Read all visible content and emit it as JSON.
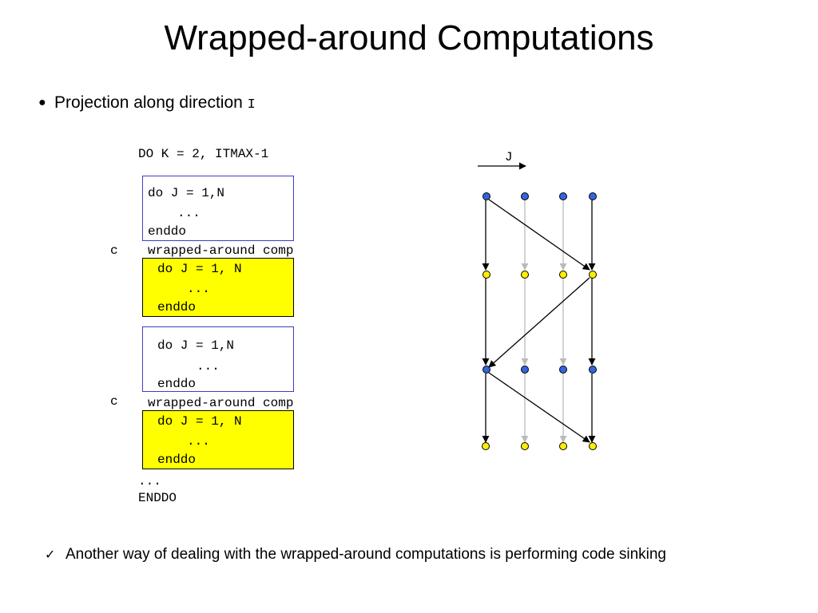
{
  "slide": {
    "title": "Wrapped-around Computations",
    "bullet": {
      "icon": "bullet-dot-icon",
      "text": "Projection along direction",
      "code_var": "I"
    },
    "code": {
      "outer_do": "DO K = 2, ITMAX-1",
      "block1": {
        "line1": "do J = 1,N",
        "line2": "...",
        "line3": "enddo"
      },
      "comment1": {
        "marker": "c",
        "text": "wrapped-around comp"
      },
      "block2": {
        "line1": "do J = 1, N",
        "line2": "...",
        "line3": "enddo"
      },
      "block3": {
        "line1": "do J = 1,N",
        "line2": "...",
        "line3": "enddo"
      },
      "comment2": {
        "marker": "c",
        "text": "wrapped-around comp"
      },
      "block4": {
        "line1": "do J = 1, N",
        "line2": "...",
        "line3": "enddo"
      },
      "ellipsis": "...",
      "outer_enddo": "ENDDO"
    },
    "diagram": {
      "axis_label": "J",
      "blue_color": "#3366dd",
      "yellow_color": "#ffee00",
      "gray_arrow_color": "#bbbbbb"
    },
    "footer": {
      "icon": "checkmark-icon",
      "text": "Another way of dealing with the wrapped-around computations is performing code sinking"
    }
  }
}
